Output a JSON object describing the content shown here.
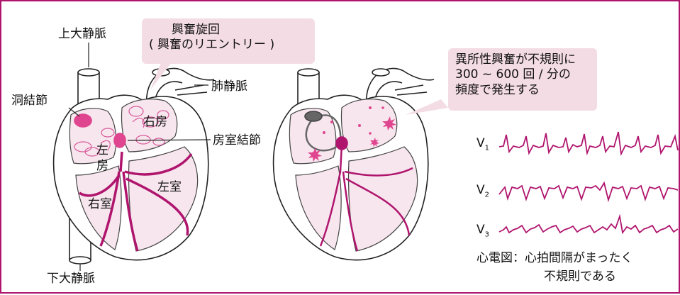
{
  "heart_normal": {
    "svc_label": "上大静脈",
    "ivc_label": "下大静脈",
    "sa_node_label": "洞結節",
    "pulmonary_vein_label": "肺静脈",
    "av_node_label": "房室結節",
    "right_atrium_label": "右房",
    "left_atrium_label_top": "左",
    "left_atrium_label_bottom": "房",
    "right_ventricle_label": "右室",
    "left_ventricle_label": "左室"
  },
  "callout_reentry": {
    "line1": "興奮旋回",
    "line2": "( 興奮のリエントリー )"
  },
  "callout_ectopic": {
    "line1": "異所性興奮が不規則に",
    "line2": "300 ~ 600 回 / 分の",
    "line3": "頻度で発生する"
  },
  "ecg": {
    "leads": [
      {
        "name": "V",
        "sub": "1"
      },
      {
        "name": "V",
        "sub": "2"
      },
      {
        "name": "V",
        "sub": "3"
      }
    ],
    "caption_line1": "心電図：心拍間隔がまったく",
    "caption_line2": "不規則である"
  },
  "colors": {
    "accent": "#b0156e",
    "callout_bg": "#f4dce5",
    "chamber_fill": "#f7e6ee",
    "node_fill": "#e0458f"
  }
}
